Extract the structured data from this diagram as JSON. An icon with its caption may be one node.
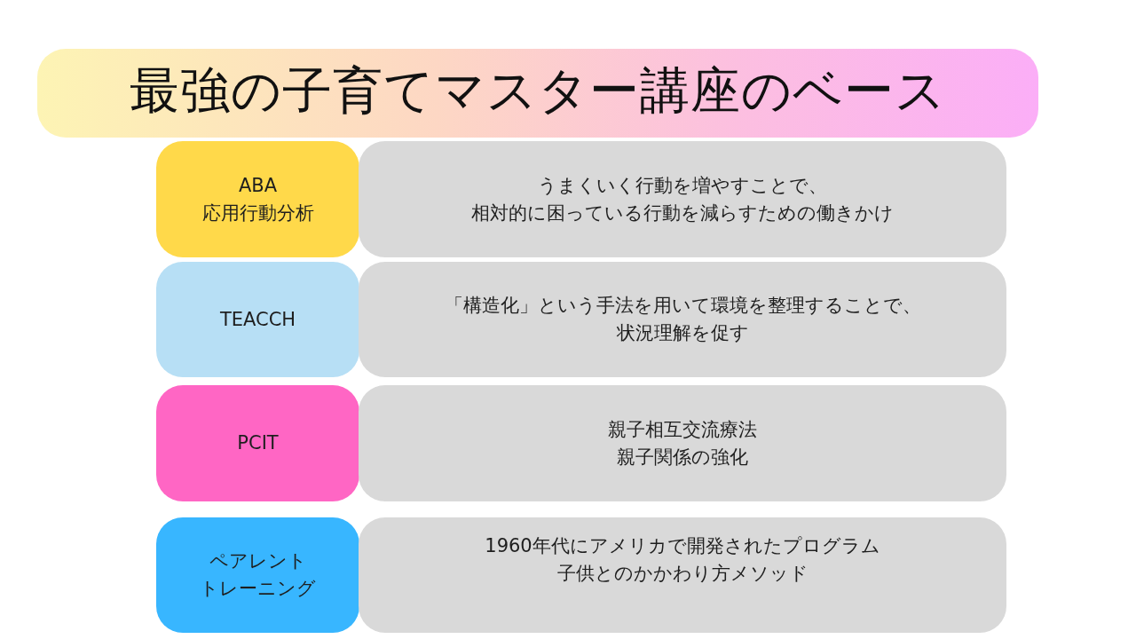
{
  "diagram": {
    "title": "最強の子育てマスター講座のベース",
    "nodes": [
      {
        "text": [
          "ABA",
          "応用行動分析"
        ]
      },
      {
        "text": [
          "うまくいく行動を増やすことで、",
          "相対的に困っている行動を減らすための働きかけ"
        ]
      },
      {
        "text": [
          "TEACCH"
        ]
      },
      {
        "text": [
          "「構造化」という手法を用いて環境を整理することで、",
          "状況理解を促す"
        ]
      },
      {
        "text": [
          "PCIT"
        ]
      },
      {
        "text": [
          "親子相互交流療法",
          "親子関係の強化"
        ]
      },
      {
        "text": [
          "ペアレント",
          "トレーニング"
        ]
      },
      {
        "text": [
          "1960年代にアメリカで開発されたプログラム",
          "子供とのかかわり方メソッド"
        ]
      }
    ]
  }
}
